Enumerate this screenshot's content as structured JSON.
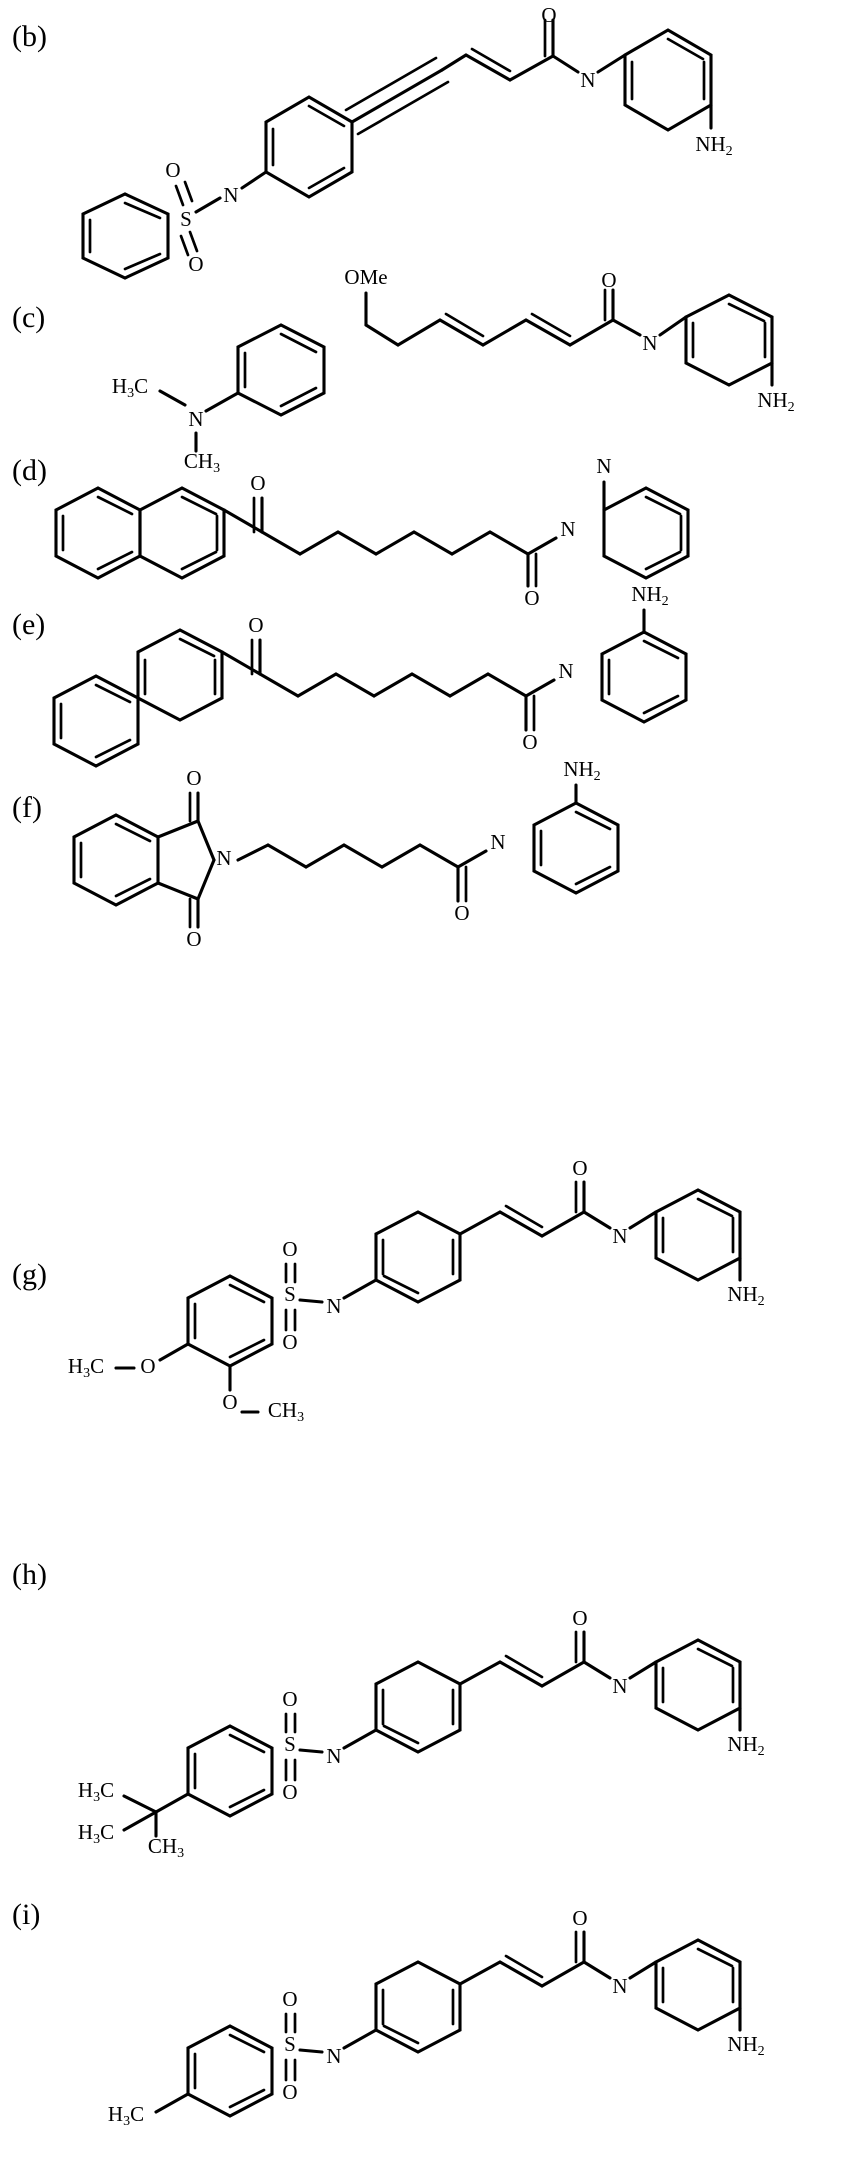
{
  "figure": {
    "kind": "chemical-structure-panel",
    "description": "Panel of eight 2-aminoanilide (benzamide-type HDAC inhibitor) chemical structures labelled (b) through (i)",
    "line_color": "#000000",
    "background_color": "#ffffff"
  },
  "panels": [
    {
      "tag": "(b)",
      "name": "panel-b",
      "labels": [
        "O",
        "N",
        "NH",
        "2",
        "O",
        "N",
        "S",
        "O"
      ],
      "atom_labels": {
        "amide_carbonyl_O": "O",
        "amide_N": "N",
        "aniline_amine": "NH",
        "aniline_amine_sub": "2",
        "sulfonyl_O_upper": "O",
        "sulfonamide_N": "N",
        "sulfur": "S",
        "sulfonyl_O_lower": "O"
      },
      "features": [
        "enyne linker",
        "trans alkene",
        "alkyne",
        "meta-substituted benzene",
        "benzenesulfonamide",
        "2-aminoanilide"
      ]
    },
    {
      "tag": "(c)",
      "name": "panel-c",
      "atom_labels": {
        "methoxy": "OMe",
        "amide_carbonyl_O": "O",
        "amide_N": "N",
        "aniline_amine": "NH",
        "aniline_amine_sub": "2",
        "nmethyl_left": "H",
        "nmethyl_left_sub": "3",
        "nmethyl_left_c": "C",
        "dimethylamino_N": "N",
        "nmethyl_down_c": "CH",
        "nmethyl_down_sub": "3"
      },
      "features": [
        "dienamide",
        "OMe benzylic ether",
        "4-(dimethylamino)phenyl",
        "2-aminoanilide"
      ]
    },
    {
      "tag": "(d)",
      "name": "panel-d",
      "atom_labels": {
        "ketone_O": "O",
        "amide_N": "N",
        "amide_carbonyl_O": "O",
        "ring_N": "N"
      },
      "features": [
        "2-naphthyl ketone",
        "heptanedioyl chain",
        "anilide"
      ]
    },
    {
      "tag": "(e)",
      "name": "panel-e",
      "atom_labels": {
        "ketone_O": "O",
        "amide_N": "N",
        "amide_carbonyl_O": "O",
        "aniline_amine": "NH",
        "aniline_amine_sub": "2"
      },
      "features": [
        "4-biphenylyl ketone",
        "octanedioyl chain",
        "2-aminoanilide"
      ]
    },
    {
      "tag": "(f)",
      "name": "panel-f",
      "atom_labels": {
        "imide_O_top": "O",
        "imide_N": "N",
        "imide_O_bottom": "O",
        "amide_carbonyl_O": "O",
        "amide_N": "N",
        "aniline_amine": "NH",
        "aniline_amine_sub": "2"
      },
      "features": [
        "phthalimide",
        "hexanamide chain",
        "2-aminoanilide"
      ]
    },
    {
      "tag": "(g)",
      "name": "panel-g",
      "atom_labels": {
        "sulfonyl_O_upper": "O",
        "sulfur": "S",
        "sulfonyl_O_lower": "O",
        "sulfonamide_N": "N",
        "amide_carbonyl_O": "O",
        "amide_N": "N",
        "aniline_amine": "NH",
        "aniline_amine_sub": "2",
        "methoxy_left_h": "H",
        "methoxy_left_sub": "3",
        "methoxy_left_c": "C",
        "methoxy_left_o": "O",
        "methoxy_lower_o": "O",
        "methoxy_lower_c": "CH",
        "methoxy_lower_sub": "3"
      },
      "features": [
        "3,4-dimethoxybenzenesulfonamide",
        "cinnamamide",
        "2-aminoanilide"
      ]
    },
    {
      "tag": "(h)",
      "name": "panel-h",
      "atom_labels": {
        "sulfonyl_O_upper": "O",
        "sulfur": "S",
        "sulfonyl_O_lower": "O",
        "sulfonamide_N": "N",
        "amide_carbonyl_O": "O",
        "amide_N": "N",
        "aniline_amine": "NH",
        "aniline_amine_sub": "2",
        "tbu_methyl_1_h": "H",
        "tbu_methyl_1_sub": "3",
        "tbu_methyl_1_c": "C",
        "tbu_methyl_2_h": "H",
        "tbu_methyl_2_sub": "3",
        "tbu_methyl_2_c": "C",
        "tbu_methyl_3": "CH",
        "tbu_methyl_3_sub": "3"
      },
      "features": [
        "4-tert-butylbenzenesulfonamide",
        "cinnamamide",
        "2-aminoanilide"
      ]
    },
    {
      "tag": "(i)",
      "name": "panel-i",
      "atom_labels": {
        "sulfonyl_O_upper": "O",
        "sulfur": "S",
        "sulfonyl_O_lower": "O",
        "sulfonamide_N": "N",
        "amide_carbonyl_O": "O",
        "amide_N": "N",
        "aniline_amine": "NH",
        "aniline_amine_sub": "2",
        "tolyl_methyl_h": "H",
        "tolyl_methyl_sub": "3",
        "tolyl_methyl_c": "C"
      },
      "features": [
        "4-methylbenzenesulfonamide (tosyl)",
        "cinnamamide",
        "2-aminoanilide"
      ]
    }
  ]
}
